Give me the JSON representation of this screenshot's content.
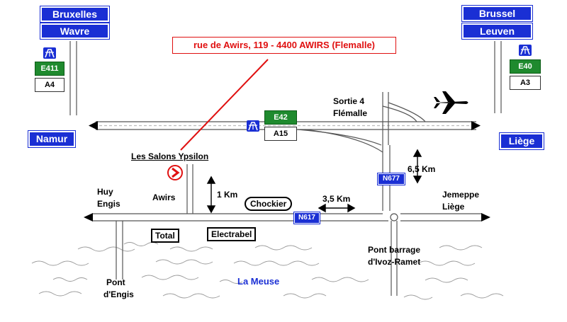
{
  "signs": {
    "bruxelles": "Bruxelles",
    "wavre": "Wavre",
    "brussel": "Brussel",
    "leuven": "Leuven",
    "namur": "Namur",
    "liege": "Liège"
  },
  "highways": {
    "e411": "E411",
    "a4": "A4",
    "e40": "E40",
    "a3": "A3",
    "e42": "E42",
    "a15": "A15",
    "n677": "N677",
    "n617": "N617"
  },
  "address": "rue de Awirs, 119 - 4400 AWIRS (Flemalle)",
  "labels": {
    "sortie_line1": "Sortie 4",
    "sortie_line2": "Flémalle",
    "salons": "Les Salons Ypsilon",
    "huy": "Huy",
    "engis": "Engis",
    "awirs": "Awirs",
    "dist_1km": "1 Km",
    "chockier": "Chockier",
    "dist_35km": "3,5 Km",
    "dist_65km": "6,5 Km",
    "jemeppe": "Jemeppe",
    "liege_road": "Liège",
    "total": "Total",
    "electrabel": "Electrabel",
    "pont_barrage_line1": "Pont barrage",
    "pont_barrage_line2": "d'Ivoz-Ramet",
    "pont_line1": "Pont",
    "pont_line2": "d'Engis",
    "river": "La Meuse"
  },
  "colors": {
    "sign_blue": "#1a2fd4",
    "highway_green": "#1f8a2e",
    "accent_red": "#e01010"
  },
  "icons": {
    "motorway": "motorway-icon",
    "airport": "airplane-icon",
    "destination": "destination-marker-icon"
  }
}
